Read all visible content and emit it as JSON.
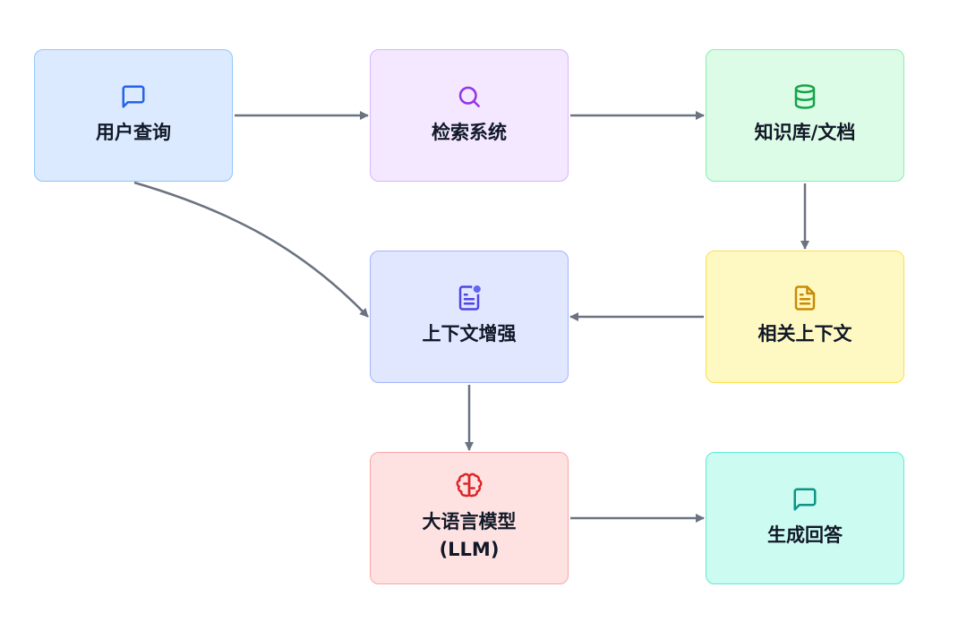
{
  "nodes": {
    "user_query": {
      "label": "用户查询",
      "icon": "message-square-icon",
      "color": "#2563eb"
    },
    "retrieval": {
      "label": "检索系统",
      "icon": "search-icon",
      "color": "#9333ea"
    },
    "knowledge_base": {
      "label": "知识库/文档",
      "icon": "database-icon",
      "color": "#16a34a"
    },
    "relevant_context": {
      "label": "相关上下文",
      "icon": "file-text-icon",
      "color": "#ca8a04"
    },
    "context_augmentation": {
      "label": "上下文增强",
      "icon": "file-plus-icon",
      "color": "#4f46e5"
    },
    "llm": {
      "label": "大语言模型\n(LLM)",
      "icon": "brain-icon",
      "color": "#dc2626"
    },
    "answer": {
      "label": "生成回答",
      "icon": "message-square-icon",
      "color": "#0d9488"
    }
  },
  "edges": [
    {
      "from": "user_query",
      "to": "retrieval"
    },
    {
      "from": "retrieval",
      "to": "knowledge_base"
    },
    {
      "from": "knowledge_base",
      "to": "relevant_context"
    },
    {
      "from": "relevant_context",
      "to": "context_augmentation"
    },
    {
      "from": "user_query",
      "to": "context_augmentation"
    },
    {
      "from": "context_augmentation",
      "to": "llm"
    },
    {
      "from": "llm",
      "to": "answer"
    }
  ],
  "colors": {
    "edge": "#6b7280"
  }
}
